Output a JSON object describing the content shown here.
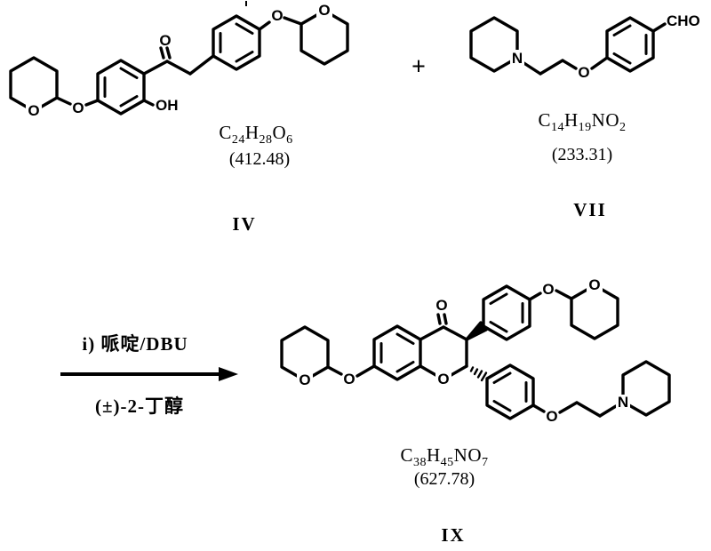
{
  "colors": {
    "ink": "#000000",
    "paper": "#ffffff"
  },
  "reaction": {
    "plus": "+",
    "conditions": {
      "line1": "i) 哌啶/DBU",
      "line2": "(±)-2-丁醇"
    },
    "atom_labels": {
      "o": "O",
      "oh": "OH",
      "n": "N",
      "cho": "CHO"
    },
    "compounds": {
      "iv": {
        "label": "IV",
        "mass": "(412.48)",
        "formula": [
          "C",
          "24",
          "H",
          "28",
          "O",
          "6"
        ]
      },
      "vii": {
        "label": "VII",
        "mass": "(233.31)",
        "formula": [
          "C",
          "14",
          "H",
          "19",
          "NO",
          "2"
        ]
      },
      "ix": {
        "label": "IX",
        "mass": "(627.78)",
        "formula": [
          "C",
          "38",
          "H",
          "45",
          "NO",
          "7"
        ]
      }
    }
  }
}
